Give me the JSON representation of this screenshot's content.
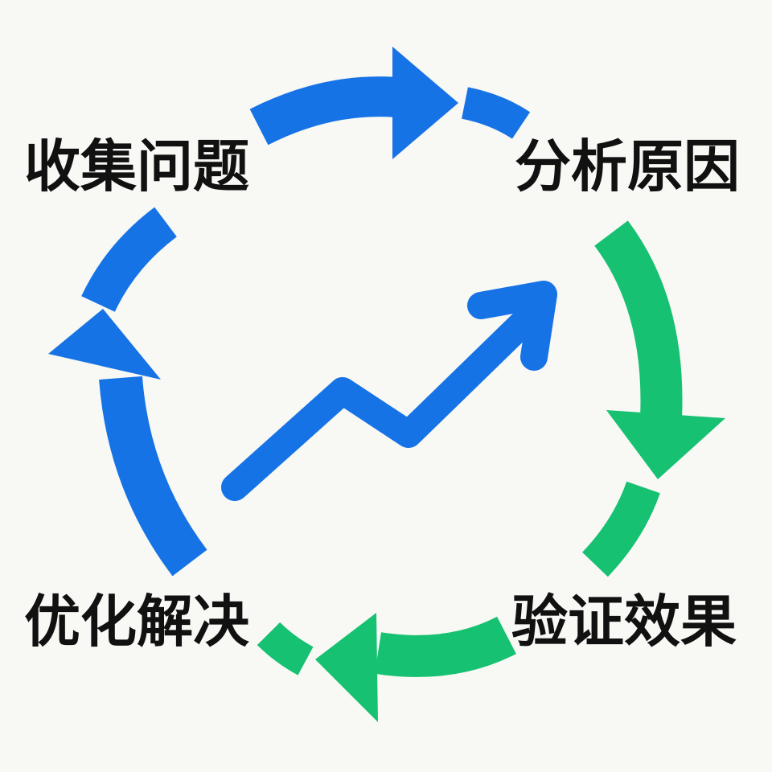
{
  "diagram": {
    "steps": [
      {
        "label": "收集问题"
      },
      {
        "label": "分析原因"
      },
      {
        "label": "验证效果"
      },
      {
        "label": "优化解决"
      }
    ],
    "center_icon": "trending-up-arrow-icon"
  },
  "colors": {
    "background": "#f8f8f4",
    "blue": "#1673e6",
    "green": "#16c172",
    "text": "#111111"
  }
}
